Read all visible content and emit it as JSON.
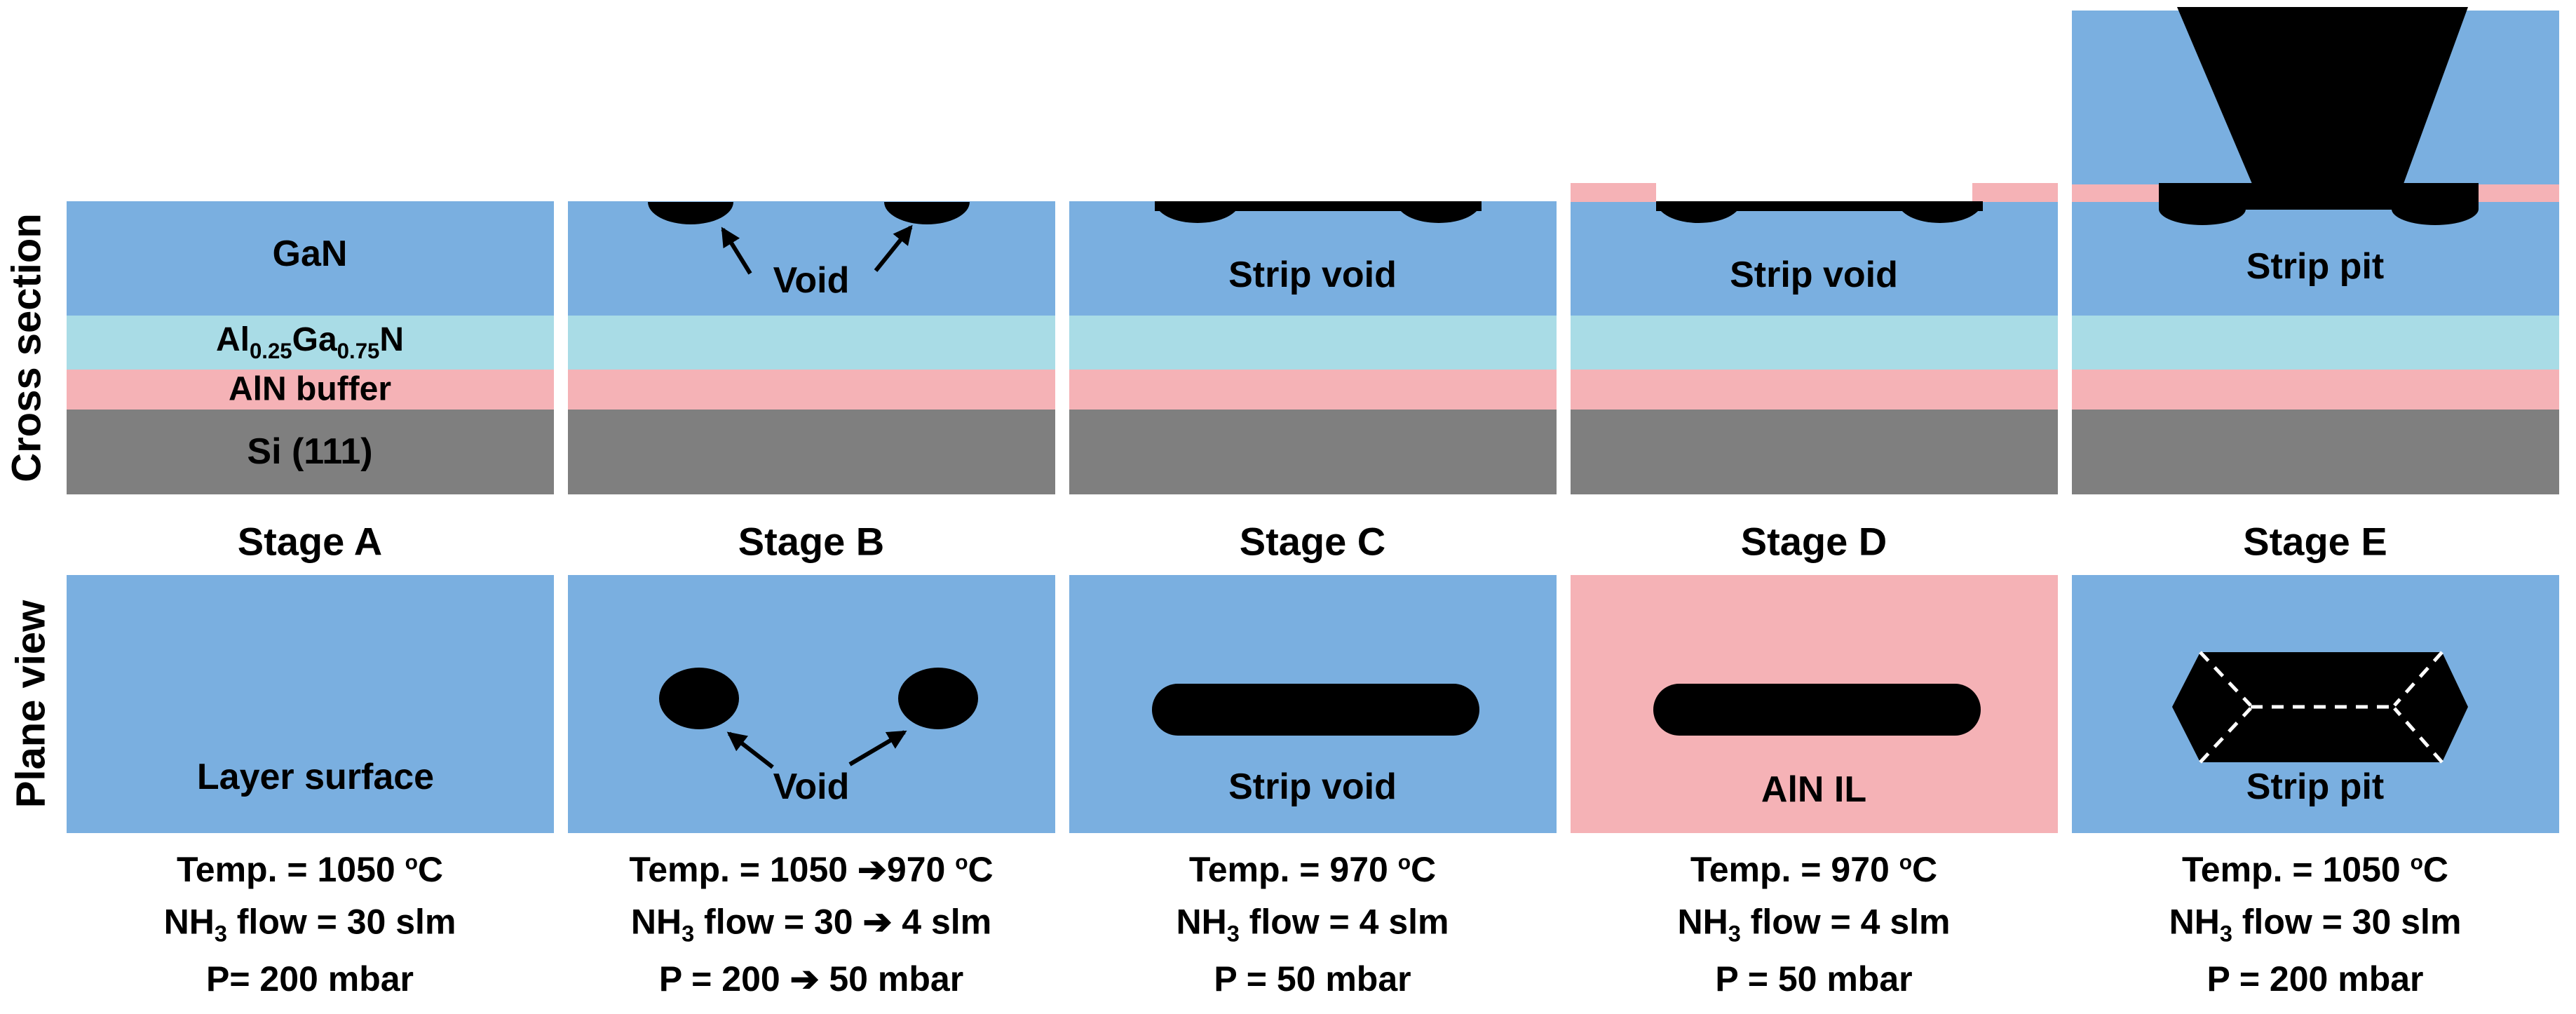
{
  "row_labels": {
    "cross_section": "Cross section",
    "plane_view": "Plane view"
  },
  "layer_labels": {
    "gan": "GaN",
    "algan_html": "Al<sub>0.25</sub>Ga<sub>0.75</sub>N",
    "aln_buffer": "AlN buffer",
    "substrate": "Si (111)"
  },
  "colors": {
    "background": "#FFFFFF",
    "gan_blue": "#7AAFE0",
    "algan_cyan": "#A9DCE6",
    "aln_pink": "#F5B2B6",
    "si_gray": "#7F7F7F",
    "void_black": "#000000",
    "dash_white": "#FFFFFF"
  },
  "stages": [
    {
      "label": "Stage A",
      "cross_annotation": "",
      "plane_annotation": "Layer surface",
      "conditions_html": [
        "Temp. = 1050 <sup>o</sup>C",
        "NH<sub>3</sub> flow = 30 slm",
        "P= 200 mbar"
      ]
    },
    {
      "label": "Stage B",
      "cross_annotation": "Void",
      "plane_annotation": "Void",
      "conditions_html": [
        "Temp. = 1050 ➔970 <sup>o</sup>C",
        "NH<sub>3</sub> flow = 30 ➔ 4 slm",
        "P = 200 ➔ 50 mbar"
      ]
    },
    {
      "label": "Stage C",
      "cross_annotation": "Strip void",
      "plane_annotation": "Strip void",
      "conditions_html": [
        "Temp. = 970 <sup>o</sup>C",
        "NH<sub>3</sub> flow = 4 slm",
        "P = 50 mbar"
      ]
    },
    {
      "label": "Stage D",
      "cross_annotation": "Strip void",
      "plane_annotation": "AlN IL",
      "conditions_html": [
        "Temp. = 970 <sup>o</sup>C",
        "NH<sub>3</sub> flow = 4 slm",
        "P = 50 mbar"
      ]
    },
    {
      "label": "Stage E",
      "cross_annotation": "Strip pit",
      "plane_annotation": "Strip pit",
      "conditions_html": [
        "Temp. = 1050 <sup>o</sup>C",
        "NH<sub>3</sub> flow = 30 slm",
        "P = 200 mbar"
      ]
    }
  ]
}
